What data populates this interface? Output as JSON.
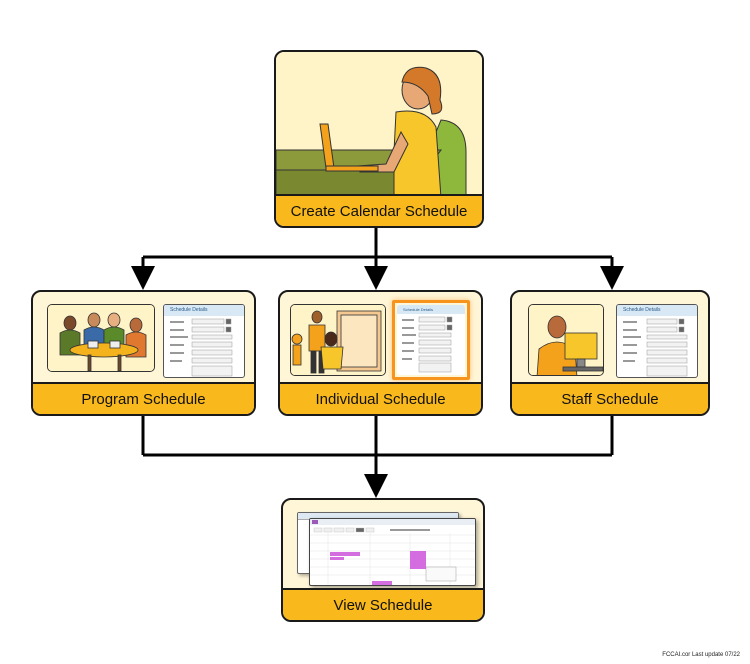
{
  "nodes": {
    "create": "Create Calendar Schedule",
    "program": "Program Schedule",
    "individual": "Individual Schedule",
    "staff": "Staff Schedule",
    "view": "View Schedule"
  },
  "forms": {
    "title": "Schedule Details"
  },
  "footer": "FCCAI.cor Last update 07/22",
  "colors": {
    "card_bg": "#fff6d8",
    "label_bg": "#f9b81c",
    "stroke": "#1a1a1a",
    "form_header": "#d8e8f4",
    "highlight": "#f7941d",
    "event": "#d46ee0"
  }
}
